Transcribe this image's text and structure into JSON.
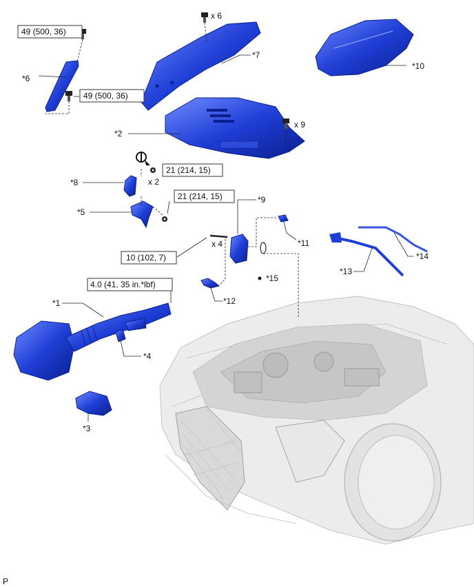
{
  "colors": {
    "part_blue": "#1f3fd6",
    "part_dark": "#0a1f8f",
    "part_light": "#6f8bff",
    "car_gray": "#e6e6e6",
    "label": "#111111"
  },
  "callouts": {
    "c1": "*1",
    "c2": "*2",
    "c3": "*3",
    "c4": "*4",
    "c5": "*5",
    "c6": "*6",
    "c7": "*7",
    "c8": "*8",
    "c9": "*9",
    "c10": "*10",
    "c11": "*11",
    "c12": "*12",
    "c13": "*13",
    "c14": "*14",
    "c15": "*15"
  },
  "torque": {
    "t49a": "49 (500, 36)",
    "t49b": "49 (500, 36)",
    "t21a": "21 (214, 15)",
    "t21b": "21 (214, 15)",
    "t10": "10 (102, 7)",
    "t40": "4.0 (41, 35 in.*lbf)"
  },
  "quantities": {
    "x6": "x 6",
    "x9": "x 9",
    "x2": "x 2",
    "x4": "x 4"
  },
  "page_marker": "P",
  "icons": {
    "o_ring_bullet": "bullet-icon",
    "replace": "non-reusable-part-icon"
  }
}
